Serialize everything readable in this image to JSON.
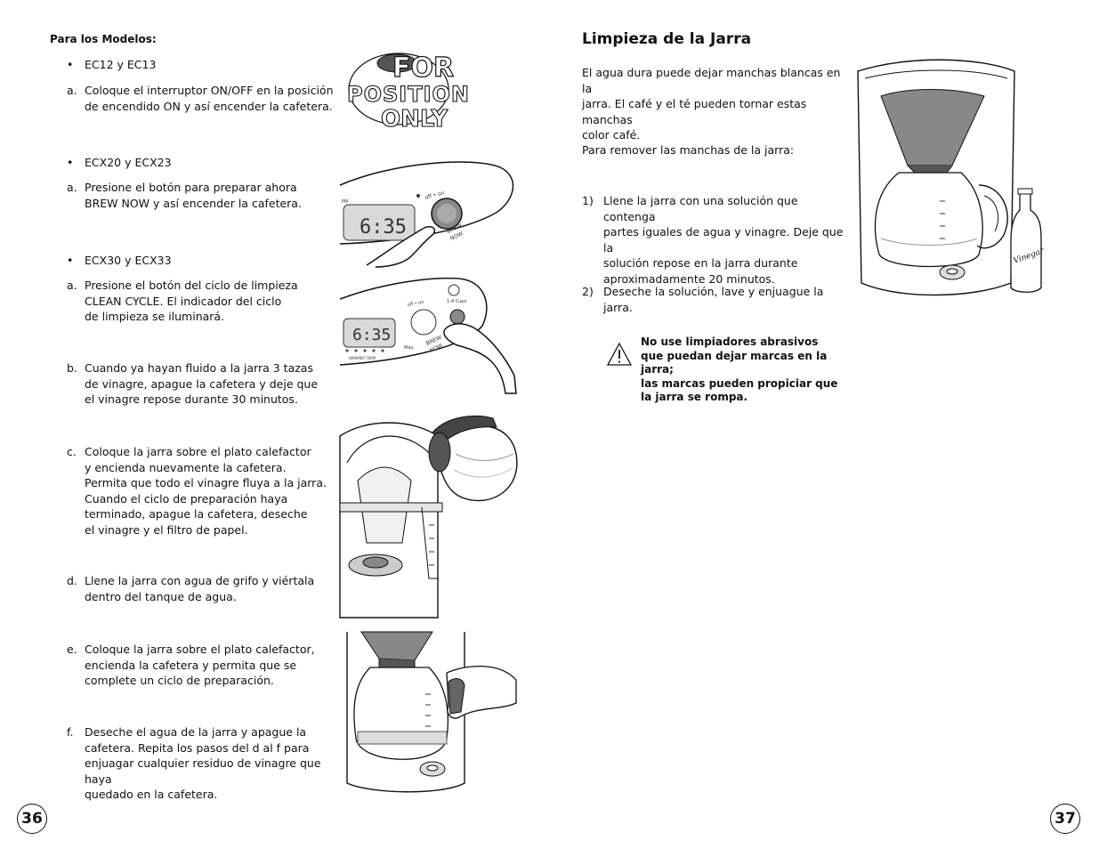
{
  "left": {
    "header": "Para los Modelos:",
    "models_1": "EC12 y EC13",
    "step_1a": {
      "label": "a.",
      "text": "Coloque el interruptor ON/OFF en la posición\nde encendido ON y así encender la cafetera."
    },
    "models_2": "ECX20 y ECX23",
    "step_2a": {
      "label": "a.",
      "text": "Presione el botón para preparar ahora\nBREW NOW y así encender la cafetera."
    },
    "models_3": "ECX30 y ECX33",
    "step_3a": {
      "label": "a.",
      "text": "Presione el botón del ciclo de limpieza\nCLEAN CYCLE. El indicador del ciclo\nde limpieza se iluminará."
    },
    "step_b": {
      "label": "b.",
      "text": "Cuando ya hayan fluido a la jarra 3 tazas\nde vinagre, apague la cafetera y deje que\nel vinagre repose durante 30 minutos."
    },
    "step_c": {
      "label": "c.",
      "text": "Coloque la jarra sobre el plato calefactor\ny encienda nuevamente la cafetera.\nPermita que todo el vinagre fluya a la jarra.\nCuando el ciclo de preparación haya\nterminado, apague la cafetera, deseche\nel vinagre y el filtro de papel."
    },
    "step_d": {
      "label": "d.",
      "text": "Llene la jarra con agua de grifo y viértala\ndentro del tanque de agua."
    },
    "step_e": {
      "label": "e.",
      "text": "Coloque la jarra sobre el plato calefactor,\nencienda la cafetera y permita que se\ncomplete un ciclo de preparación."
    },
    "step_f": {
      "label": "f.",
      "text": "Deseche el agua de la jarra y apague la\ncafetera. Repita los pasos del d al f para\nenjuagar cualquier residuo de vinagre que haya\nquedado en la cafetera."
    },
    "page_number": "36"
  },
  "right": {
    "title": "Limpieza de la Jarra",
    "intro": "El agua dura puede dejar manchas blancas en la\njarra. El café y el té pueden tornar estas manchas\ncolor café.",
    "remove_intro": "Para remover las manchas de la jarra:",
    "step_1": {
      "label": "1)",
      "text": "Llene la jarra con una solución que contenga\npartes iguales de agua y vinagre. Deje que la\nsolución repose en la jarra durante\naproximadamente 20 minutos."
    },
    "step_2": {
      "label": "2)",
      "text": "Deseche la solución, lave y enjuague la jarra."
    },
    "warning": "No use limpiadores abrasivos\nque puedan dejar marcas en la jarra;\nlas marcas pueden propiciar que\nla jarra se rompa.",
    "page_number": "37"
  },
  "illustrations": {
    "fpo": {
      "line1": "FOR",
      "line2": "POSITION",
      "line3": "ONLY"
    },
    "panel1": {
      "clock": "6:35",
      "onoff": "off • on",
      "brew": "BREW",
      "now": "NOW",
      "pm": "PM"
    },
    "panel2": {
      "clock": "6:35",
      "onoff": "off • on",
      "clean": "1-4 Cups",
      "brew": "BREW",
      "now": "NOW",
      "max": "Max.",
      "warmer": "WARMER TEMP."
    },
    "bottle_label": "Vinegar"
  }
}
